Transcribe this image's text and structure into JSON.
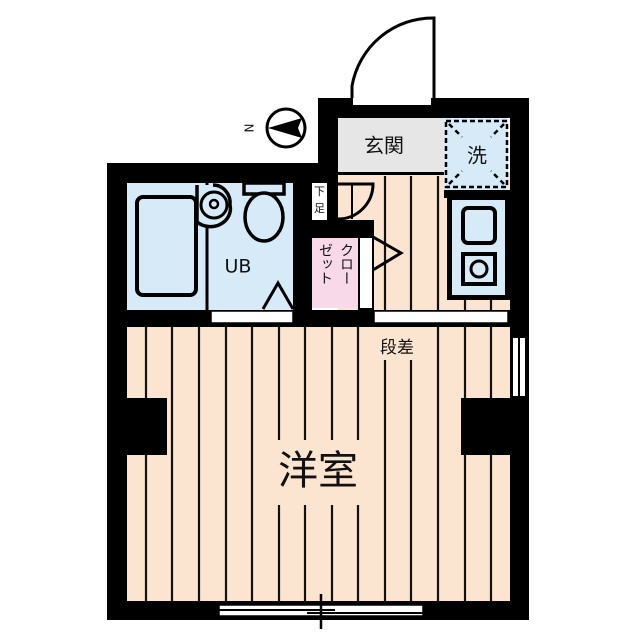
{
  "floorplan": {
    "compass": {
      "label": "N",
      "direction": "west"
    },
    "rooms": {
      "entrance": {
        "label": "玄関",
        "color": "#E6E6E6"
      },
      "laundry": {
        "label": "洗",
        "color": "#D6EBF7"
      },
      "shoe_cabinet": {
        "label_line1": "下",
        "label_line2": "足"
      },
      "closet": {
        "label_col1": "クロー",
        "label_col2": "ゼット",
        "color": "#F8D9EA"
      },
      "bath": {
        "label": "UB",
        "color": "#D6EBF7"
      },
      "kitchen": {
        "color": "#D6EBF7"
      },
      "step": {
        "label": "段差"
      },
      "western_room": {
        "label": "洋室",
        "color": "#FCE5D0"
      }
    },
    "colors": {
      "wall": "#000000",
      "floor": "#FCE5D0",
      "floor_line": "#111111",
      "window": "#FFFFFF"
    }
  }
}
